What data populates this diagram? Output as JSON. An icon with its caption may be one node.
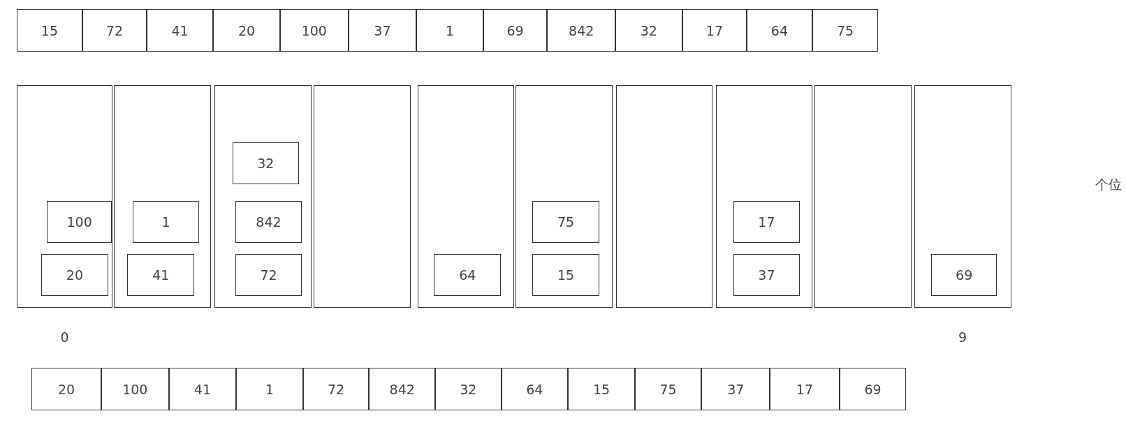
{
  "diagram": {
    "nodes": [
      {
        "text": [
          "15"
        ]
      },
      {
        "text": [
          "72"
        ]
      },
      {
        "text": [
          "41"
        ]
      },
      {
        "text": [
          "20"
        ]
      },
      {
        "text": [
          "100"
        ]
      },
      {
        "text": [
          "37"
        ]
      },
      {
        "text": [
          "1"
        ]
      },
      {
        "text": [
          "69"
        ]
      },
      {
        "text": [
          "842"
        ]
      },
      {
        "text": [
          "32"
        ]
      },
      {
        "text": [
          "17"
        ]
      },
      {
        "text": [
          "64"
        ]
      },
      {
        "text": [
          "75"
        ]
      },
      {
        "text": [],
        "shape": "box",
        "beside": [
          "0"
        ]
      },
      {
        "text": [
          "100"
        ],
        "in": 13
      },
      {
        "text": [
          "20"
        ],
        "in": 13
      },
      {
        "text": [],
        "shape": "box"
      },
      {
        "text": [
          "1"
        ],
        "in": 16
      },
      {
        "text": [
          "41"
        ],
        "in": 16
      },
      {
        "text": [],
        "shape": "box"
      },
      {
        "text": [
          "32"
        ],
        "in": 19
      },
      {
        "text": [
          "842"
        ],
        "in": 19
      },
      {
        "text": [
          "72"
        ],
        "in": 19
      },
      {
        "text": [],
        "shape": "box"
      },
      {
        "text": [],
        "shape": "box"
      },
      {
        "text": [
          "64"
        ],
        "in": 24
      },
      {
        "text": [],
        "shape": "box"
      },
      {
        "text": [
          "75"
        ],
        "in": 26
      },
      {
        "text": [
          "15"
        ],
        "in": 26
      },
      {
        "text": [],
        "shape": "box"
      },
      {
        "text": [],
        "shape": "box"
      },
      {
        "text": [
          "17"
        ],
        "in": 30
      },
      {
        "text": [
          "37"
        ],
        "in": 30
      },
      {
        "text": [],
        "shape": "box"
      },
      {
        "text": [],
        "shape": "box",
        "beside": [
          "9"
        ]
      },
      {
        "text": [
          "69"
        ],
        "in": 34
      },
      {
        "text": [
          "20"
        ]
      },
      {
        "text": [
          "100"
        ]
      },
      {
        "text": [
          "41"
        ]
      },
      {
        "text": [
          "1"
        ]
      },
      {
        "text": [
          "72"
        ]
      },
      {
        "text": [
          "842"
        ]
      },
      {
        "text": [
          "32"
        ]
      },
      {
        "text": [
          "64"
        ]
      },
      {
        "text": [
          "15"
        ]
      },
      {
        "text": [
          "75"
        ]
      },
      {
        "text": [
          "37"
        ]
      },
      {
        "text": [
          "17"
        ]
      },
      {
        "text": [
          "69"
        ]
      }
    ],
    "labels": [
      "个位"
    ]
  }
}
